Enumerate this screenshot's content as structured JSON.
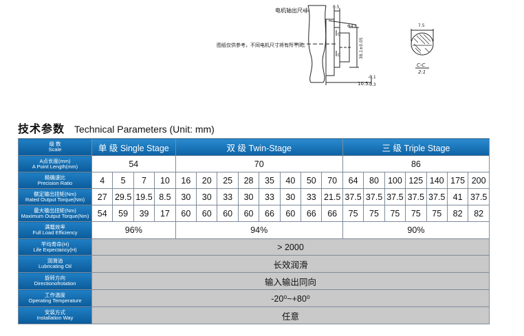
{
  "drawing": {
    "motor_shaft_label": "电机轴出尺寸",
    "reference_note": "图纸仅供参考，不同电机尺寸将有所不同。",
    "dim_top": "8.5",
    "dim_dia": "Φ4.6",
    "dim_length": "38.1±0.05",
    "dim_offset_top": "-0.1",
    "dim_offset_main": "10.5",
    "dim_offset_bottom": "-0.3",
    "sec_marker_top": "C",
    "sec_marker_bottom": "C",
    "section_dim": "7.5",
    "section_title": "C-C",
    "section_scale": "2:1"
  },
  "heading": {
    "cn": "技术参数",
    "en": "Technical Parameters (Unit: mm)"
  },
  "table": {
    "rows": {
      "scale": {
        "cn": "级 数",
        "en": "Scale"
      },
      "length": {
        "cn": "A点长度(mm)",
        "en": "A Point Length(mm)"
      },
      "ratio": {
        "cn": "精确速比",
        "en": "Precision Ratio"
      },
      "rated": {
        "cn": "额定输出扭矩(Nm)",
        "en": "Rated Output Torque(Nm)"
      },
      "max": {
        "cn": "最大输出扭矩(Nm)",
        "en": "Maximum Output Torque(Nm)"
      },
      "efficiency": {
        "cn": "满载效率",
        "en": "Full Load Efficiency"
      },
      "life": {
        "cn": "平均寿命(H)",
        "en": "Life Expectancy(H)"
      },
      "lubricant": {
        "cn": "润滑油",
        "en": "Lubricating Oil"
      },
      "rotation": {
        "cn": "旋转方向",
        "en": "Directionofrotation"
      },
      "temp": {
        "cn": "工作温度",
        "en": "Operating Temperature"
      },
      "install": {
        "cn": "安装方式",
        "en": "Installation Way"
      }
    },
    "stages": {
      "single": {
        "label": "单 级  Single Stage",
        "length": "54",
        "efficiency": "96%"
      },
      "twin": {
        "label": "双 级  Twin-Stage",
        "length": "70",
        "efficiency": "94%"
      },
      "triple": {
        "label": "三 级  Triple Stage",
        "length": "86",
        "efficiency": "90%"
      }
    },
    "ratios": [
      "4",
      "5",
      "7",
      "10",
      "16",
      "20",
      "25",
      "28",
      "35",
      "40",
      "50",
      "70",
      "64",
      "80",
      "100",
      "125",
      "140",
      "175",
      "200"
    ],
    "rated_torque": [
      "27",
      "29.5",
      "19.5",
      "8.5",
      "30",
      "30",
      "33",
      "30",
      "33",
      "30",
      "33",
      "21.5",
      "37.5",
      "37.5",
      "37.5",
      "37.5",
      "37.5",
      "41",
      "37.5"
    ],
    "max_torque": [
      "54",
      "59",
      "39",
      "17",
      "60",
      "60",
      "60",
      "60",
      "66",
      "60",
      "66",
      "66",
      "75",
      "75",
      "75",
      "75",
      "75",
      "82",
      "82"
    ],
    "life_value": "> 2000",
    "lubricant_value": "长效润滑",
    "rotation_value": "输入输出同向",
    "temp_value": "-20⁰~+80⁰",
    "install_value": "任意"
  }
}
